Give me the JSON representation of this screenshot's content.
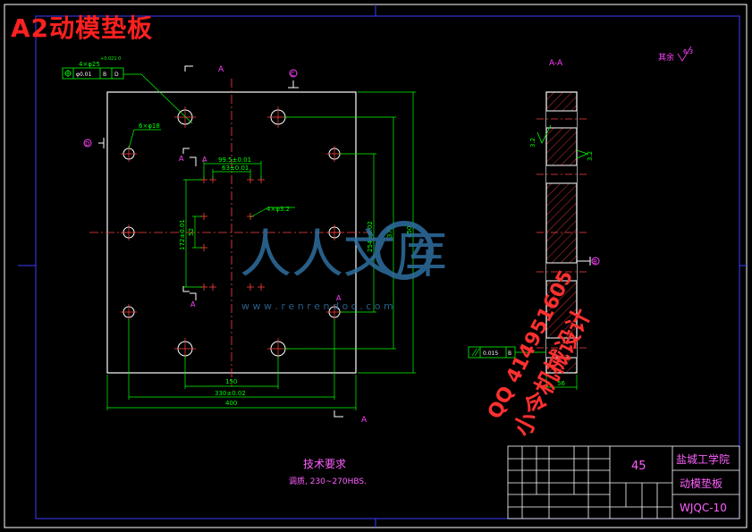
{
  "title": "A2动模垫板",
  "section_labels": {
    "a": "A",
    "aa": "A-A",
    "c": "C",
    "b": "B",
    "d": "D"
  },
  "roughness": {
    "rest_label": "其余",
    "rest_value": "6.3",
    "side_value": "3.2"
  },
  "hole_notes": {
    "main": "4×φ25",
    "main_tol": "+0.021 0",
    "frame_items": [
      "φ0.01",
      "B",
      "D"
    ],
    "big": "6×φ18",
    "small": "4×φ3.2"
  },
  "dimensions": {
    "w1": "99.5±0.01",
    "w2": "63±0.01",
    "v1": "172±0.01",
    "v2": "52",
    "h375": "375",
    "h254": "254±0.02",
    "h450": "450",
    "w150": "150",
    "w330": "330±0.02",
    "w400": "400",
    "t56": "56"
  },
  "parallel_tol": {
    "value": "0.015",
    "datum": "B"
  },
  "tech_req": {
    "title": "技术要求",
    "line": "调质, 230~270HBS."
  },
  "title_block": {
    "material": "45",
    "school": "盐城工学院",
    "part_name": "动模垫板",
    "code": "WJQC-10"
  },
  "watermark": {
    "text": "人人文库",
    "url": "w w w . r e n r e n d o c . c o m"
  },
  "promo": {
    "qq": "QQ 414951605",
    "name": "小令机械设计"
  },
  "colors": {
    "background": "#000000",
    "outline": "#ffffff",
    "dim": "#00ff00",
    "center": "#ff4040",
    "frame": "#3030ff",
    "magenta": "#ff40ff",
    "title": "#ff2020"
  }
}
